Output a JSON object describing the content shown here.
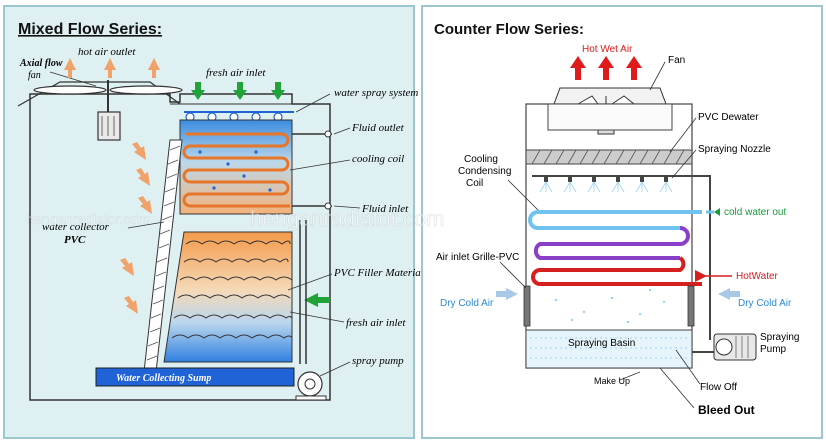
{
  "left_panel": {
    "title": "Mixed Flow Series:",
    "labels": {
      "fan_line1": "Axial flow",
      "fan_line2": "fan",
      "hot_air_outlet": "hot air outlet",
      "fresh_air_inlet_top": "fresh air inlet",
      "water_spray_system": "water spray system",
      "fluid_outlet": "Fluid outlet",
      "cooling_coil": "cooling coil",
      "fluid_inlet": "Fluid inlet",
      "water_collector_line1": "water collector",
      "water_collector_line2": "PVC",
      "pvc_filler_material": "PVC Filler Material",
      "fresh_air_inlet_bottom": "fresh air inlet",
      "spray_pump": "spray pump",
      "water_collecting_sump": "Water Collecting Sump"
    },
    "colors": {
      "background": "#dff0f2",
      "coil": "#e8762a",
      "water": "#1f63d6",
      "arrow": "#e8a06a",
      "green_arrow": "#22a33a"
    }
  },
  "right_panel": {
    "title": "Counter Flow Series:",
    "labels": {
      "hot_wet_air": "Hot Wet Air",
      "fan": "Fan",
      "pvc_dewater": "PVC Dewater",
      "spraying_nozzle": "Spraying Nozzle",
      "cooling_condensing_coil_line1": "Cooling",
      "cooling_condensing_coil_line2": "Condensing",
      "cooling_condensing_coil_line3": "Coil",
      "cold_water_out": "cold water out",
      "air_inlet_grille": "Air inlet Grille-PVC",
      "hot_water": "HotWater",
      "dry_cold_air_left": "Dry Cold Air",
      "dry_cold_air_right": "Dry Cold Air",
      "spraying_basin": "Spraying Basin",
      "spraying_pump_line1": "Spraying",
      "spraying_pump_line2": "Pump",
      "make_up": "Make Up",
      "flow_off": "Flow Off",
      "bleed_out": "Bleed Out"
    },
    "colors": {
      "hot_air": "#e01b1b",
      "cold_line": "#3aa0e0",
      "purple_coil": "#8a3fc8",
      "red_coil": "#d61f1f",
      "green_label": "#1a9b3a",
      "blue_label": "#2a8ad8"
    }
  },
  "watermark": "henganradiator.com"
}
